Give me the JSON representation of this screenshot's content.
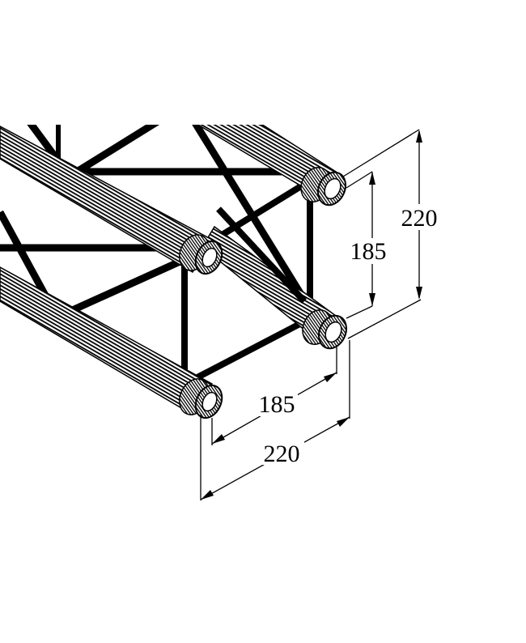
{
  "diagram": {
    "subject": "Square truss section (4-chord) isometric view",
    "colors": {
      "background": "#ffffff",
      "line": "#000000"
    },
    "dimensions": {
      "vertical_outer": {
        "label": "220"
      },
      "vertical_inner": {
        "label": "185"
      },
      "horizontal_inner": {
        "label": "185"
      },
      "horizontal_outer": {
        "label": "220"
      }
    }
  }
}
